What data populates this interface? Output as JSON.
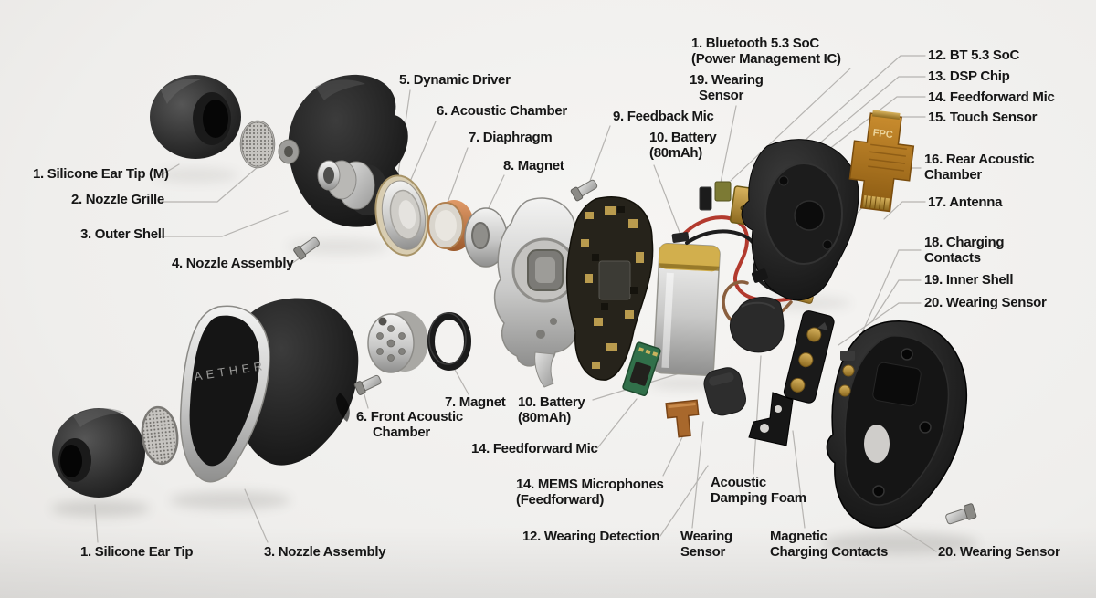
{
  "diagram": {
    "background_color": "#efeeec",
    "label_color": "#161616",
    "leader_line_color": "#b6b4b1",
    "brand_logo": "AETHER",
    "fpc_marking": "FPC",
    "labels": {
      "earTipM": {
        "l1": "1. Silicone Ear Tip (M)"
      },
      "nozzleGrille": {
        "l1": "2. Nozzle Grille"
      },
      "outerShell": {
        "l1": "3. Outer Shell"
      },
      "nozzleAssemblyTop": {
        "l1": "4. Nozzle Assembly"
      },
      "dynamicDriver": {
        "l1": "5. Dynamic Driver"
      },
      "acousticChamber": {
        "l1": "6. Acoustic Chamber"
      },
      "diaphragm": {
        "l1": "7. Diaphragm"
      },
      "magnetTop": {
        "l1": "8. Magnet"
      },
      "feedbackMic": {
        "l1": "9. Feedback Mic"
      },
      "batteryTop": {
        "l1": "10. Battery",
        "l2": "(80mAh)"
      },
      "bluetoothSoc": {
        "l1": "1. Bluetooth 5.3 SoC",
        "l2": "(Power Management IC)"
      },
      "wearingSensor19": {
        "l1": "19. Wearing",
        "l2": "Sensor"
      },
      "bt53Soc": {
        "l1": "12. BT 5.3 SoC"
      },
      "dspChip": {
        "l1": "13. DSP Chip"
      },
      "feedforwardMicRight": {
        "l1": "14. Feedforward Mic"
      },
      "touchSensor": {
        "l1": "15. Touch Sensor"
      },
      "rearAcousticChamber": {
        "l1": "16. Rear Acoustic",
        "l2": "Chamber"
      },
      "antenna": {
        "l1": "17. Antenna"
      },
      "chargingContacts": {
        "l1": "18. Charging",
        "l2": "Contacts"
      },
      "innerShell": {
        "l1": "19. Inner Shell"
      },
      "wearingSensor20Right": {
        "l1": "20. Wearing Sensor"
      },
      "magnetBottom": {
        "l1": "7. Magnet"
      },
      "frontAcousticChamber": {
        "l1": "6. Front Acoustic",
        "l2": "Chamber"
      },
      "batteryBottom": {
        "l1": "10. Battery",
        "l2": "(80mAh)"
      },
      "feedforwardMicBottom": {
        "l1": "14. Feedforward Mic"
      },
      "memsMicrophones": {
        "l1": "14. MEMS Microphones",
        "l2": "(Feedforward)"
      },
      "wearingDetection": {
        "l1": "12. Wearing Detection"
      },
      "wearingSensorSmall": {
        "l1": "Wearing",
        "l2": "Sensor"
      },
      "acousticDampingFoam": {
        "l1": "Acoustic",
        "l2": "Damping Foam"
      },
      "magneticChargingContacts": {
        "l1": "Magnetic",
        "l2": "Charging Contacts"
      },
      "wearingSensor20Bottom": {
        "l1": "20. Wearing Sensor"
      },
      "earTipBottom": {
        "l1": "1. Silicone Ear Tip"
      },
      "nozzleAssemblyBottom": {
        "l1": "3. Nozzle Assembly"
      }
    }
  }
}
